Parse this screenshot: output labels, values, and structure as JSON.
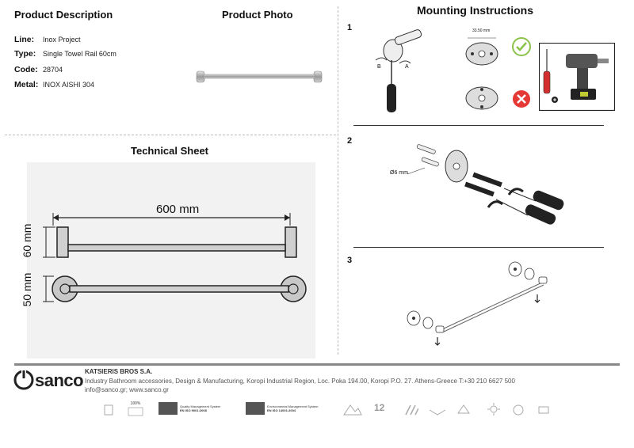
{
  "sections": {
    "product_description": "Product Description",
    "product_photo": "Product Photo",
    "mounting_instructions": "Mounting Instructions",
    "technical_sheet": "Technical Sheet"
  },
  "product": {
    "line_label": "Line:",
    "line_value": "Inox Project",
    "type_label": "Type:",
    "type_value": "Single Towel Rail 60cm",
    "code_label": "Code:",
    "code_value": "28704",
    "metal_label": "Metal:",
    "metal_value": "INOX AISHI 304"
  },
  "technical": {
    "width_dim": "600 mm",
    "height_dim": "60 mm",
    "depth_dim": "50 mm"
  },
  "steps": {
    "s1": "1",
    "s2": "2",
    "s3": "3",
    "label_b": "B",
    "label_a": "A",
    "spacing": "33.50 mm",
    "drill_size": "Ø6 mm"
  },
  "footer": {
    "brand": "sanco",
    "company": "KATSIERIS BROS S.A.",
    "address": "Industry Bathroom accessories, Design & Manufacturing, Koropi Industrial Region, Loc. Poka 194.00, Koropi P.O. 27. Athens-Greece  T:+30 210 6627 500",
    "contact": "info@sanco.gr; www.sanco.gr",
    "cert_100": "100%",
    "cert_quality": "Quality Management System",
    "cert_iso9001": "EN ISO 9001:2008",
    "cert_environment": "Environmental Management System",
    "cert_iso14001": "EN ISO 14001:2004",
    "cert_years": "12"
  },
  "colors": {
    "check": "#8bc34a",
    "cross": "#e53935",
    "steel": "#9a9a9a"
  }
}
